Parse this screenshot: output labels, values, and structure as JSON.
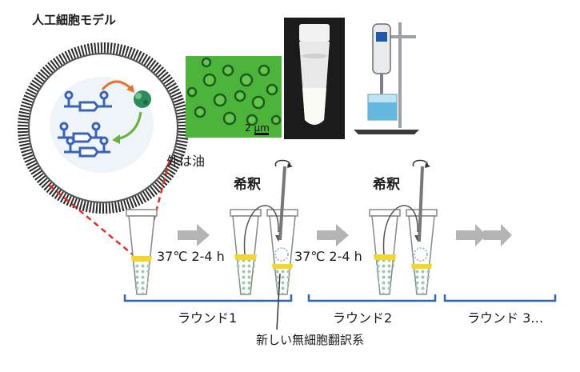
{
  "labels": {
    "title": "人工細胞モデル",
    "oil_outside": "外は油",
    "dilute_1": "希釈",
    "dilute_2": "希釈",
    "condition_1": "37℃ 2-4 h",
    "condition_2": "37℃ 2-4 h",
    "round_1": "ラウンド1",
    "round_2": "ラウンド2",
    "round_3": "ラウンド 3…",
    "new_system": "新しい無細胞翻訳系",
    "scale_bar": "2 μm"
  },
  "colors": {
    "membrane": "#3a3a3a",
    "cell_inner": "#eef4fa",
    "dna_blue": "#3a63b8",
    "arrow_orange": "#e8702a",
    "arrow_green": "#6bb33a",
    "dashed_red": "#e03020",
    "gray_arrow": "#b4b4b4",
    "bracket_blue": "#2f66b8",
    "emulsion_yellow": "#f2d630",
    "emulsion_droplet": "#8fc7a8",
    "microscope_green": "#4cb43a"
  },
  "icons": [
    "protein-icon",
    "rotation-arrow-icon",
    "homogenizer-icon",
    "flow-arrow-icon"
  ]
}
